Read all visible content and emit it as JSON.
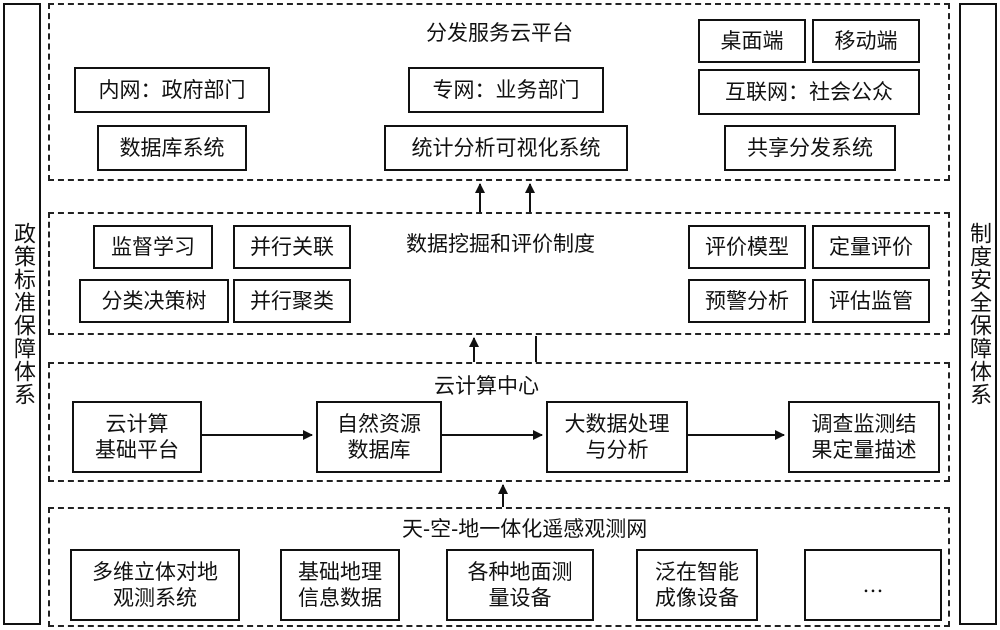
{
  "left_side": "政策标准保障体系",
  "right_side": "制度安全保障体系",
  "layer1": {
    "title": "分发服务云平台",
    "items": [
      "内网：政府部门",
      "专网：业务部门",
      "桌面端",
      "移动端",
      "互联网：社会公众",
      "数据库系统",
      "统计分析可视化系统",
      "共享分发系统"
    ]
  },
  "layer2": {
    "title": "数据挖掘和评价制度",
    "left_items": [
      "监督学习",
      "并行关联",
      "分类决策树",
      "并行聚类"
    ],
    "right_items": [
      "评价模型",
      "定量评价",
      "预警分析",
      "评估监管"
    ]
  },
  "layer3": {
    "title": "云计算中心",
    "steps": [
      "云计算\n基础平台",
      "自然资源\n数据库",
      "大数据处理\n与分析",
      "调查监测结\n果定量描述"
    ]
  },
  "layer4": {
    "title": "天-空-地一体化遥感观测网",
    "items": [
      "多维立体对地\n观测系统",
      "基础地理\n信息数据",
      "各种地面测\n量设备",
      "泛在智能\n成像设备",
      "…"
    ]
  }
}
